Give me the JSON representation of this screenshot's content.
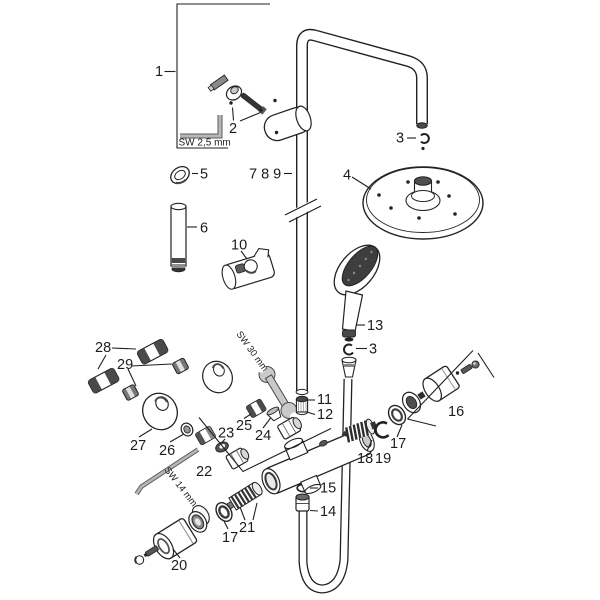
{
  "diagram": {
    "type": "exploded-parts-diagram",
    "subject": "shower system with overhead shower, hand shower and thermostatic mixer valve",
    "colors": {
      "background": "#ffffff",
      "line": "#1f1f1f",
      "tool_gray": "#c9c9c9",
      "dark_fill": "#3e3e3e"
    },
    "labels": {
      "l1": "1",
      "l2": "2",
      "l3_top": "3",
      "l3_mid": "3",
      "l4": "4",
      "l5": "5",
      "l6": "6",
      "l7_8_9": "7 8 9",
      "l10": "10",
      "l11": "11",
      "l12": "12",
      "l13": "13",
      "l14": "14",
      "l15": "15",
      "l16": "16",
      "l17_right": "17",
      "l17_left": "17",
      "l18": "18",
      "l19": "19",
      "l20": "20",
      "l21": "21",
      "l22": "22",
      "l23": "23",
      "l24": "24",
      "l25": "25",
      "l26": "26",
      "l27": "27",
      "l28": "28",
      "l29": "29"
    },
    "annotations": {
      "sw_2_5": "SW 2,5 mm",
      "sw_30": "SW 30 mm",
      "sw_14": "SW 14 mm"
    }
  }
}
